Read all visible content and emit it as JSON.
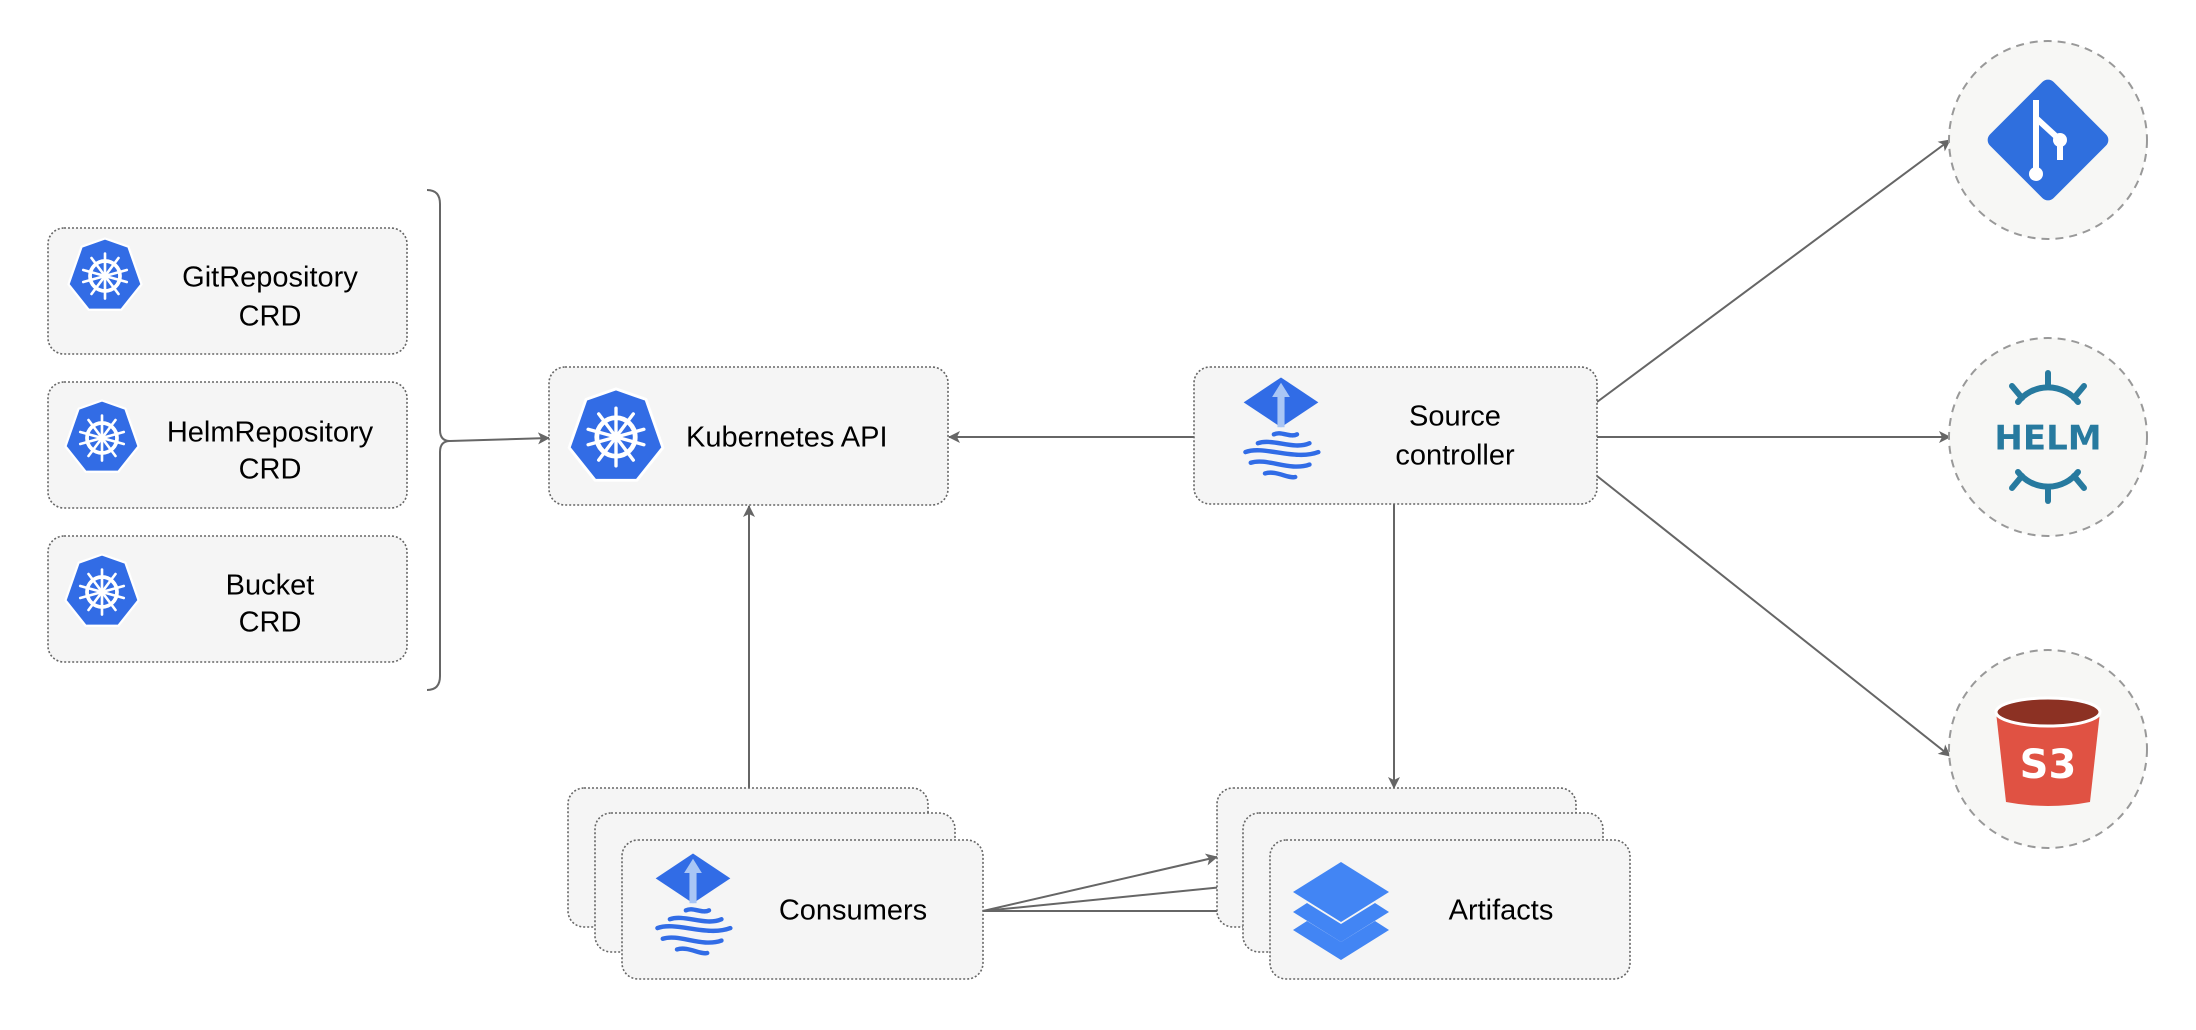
{
  "crds": [
    {
      "line1": "GitRepository",
      "line2": "CRD"
    },
    {
      "line1": "HelmRepository",
      "line2": "CRD"
    },
    {
      "line1": "Bucket",
      "line2": "CRD"
    }
  ],
  "kubernetes_api": {
    "label": "Kubernetes API"
  },
  "source_controller": {
    "line1": "Source",
    "line2": "controller"
  },
  "consumers": {
    "label": "Consumers"
  },
  "artifacts": {
    "label": "Artifacts"
  },
  "sources": [
    {
      "icon": "git-icon"
    },
    {
      "icon": "helm-icon",
      "text": "HELM"
    },
    {
      "icon": "s3-bucket-icon",
      "text": "S3"
    }
  ],
  "colors": {
    "kubernetes_blue": "#326ce5",
    "flux_blue": "#316ce6",
    "git_blue": "#2f6fde",
    "helm_teal": "#277a9f",
    "s3_red": "#e05243",
    "s3_dark": "#8c3123",
    "layers_blue": "#4285f4",
    "edge_gray": "#666666"
  }
}
